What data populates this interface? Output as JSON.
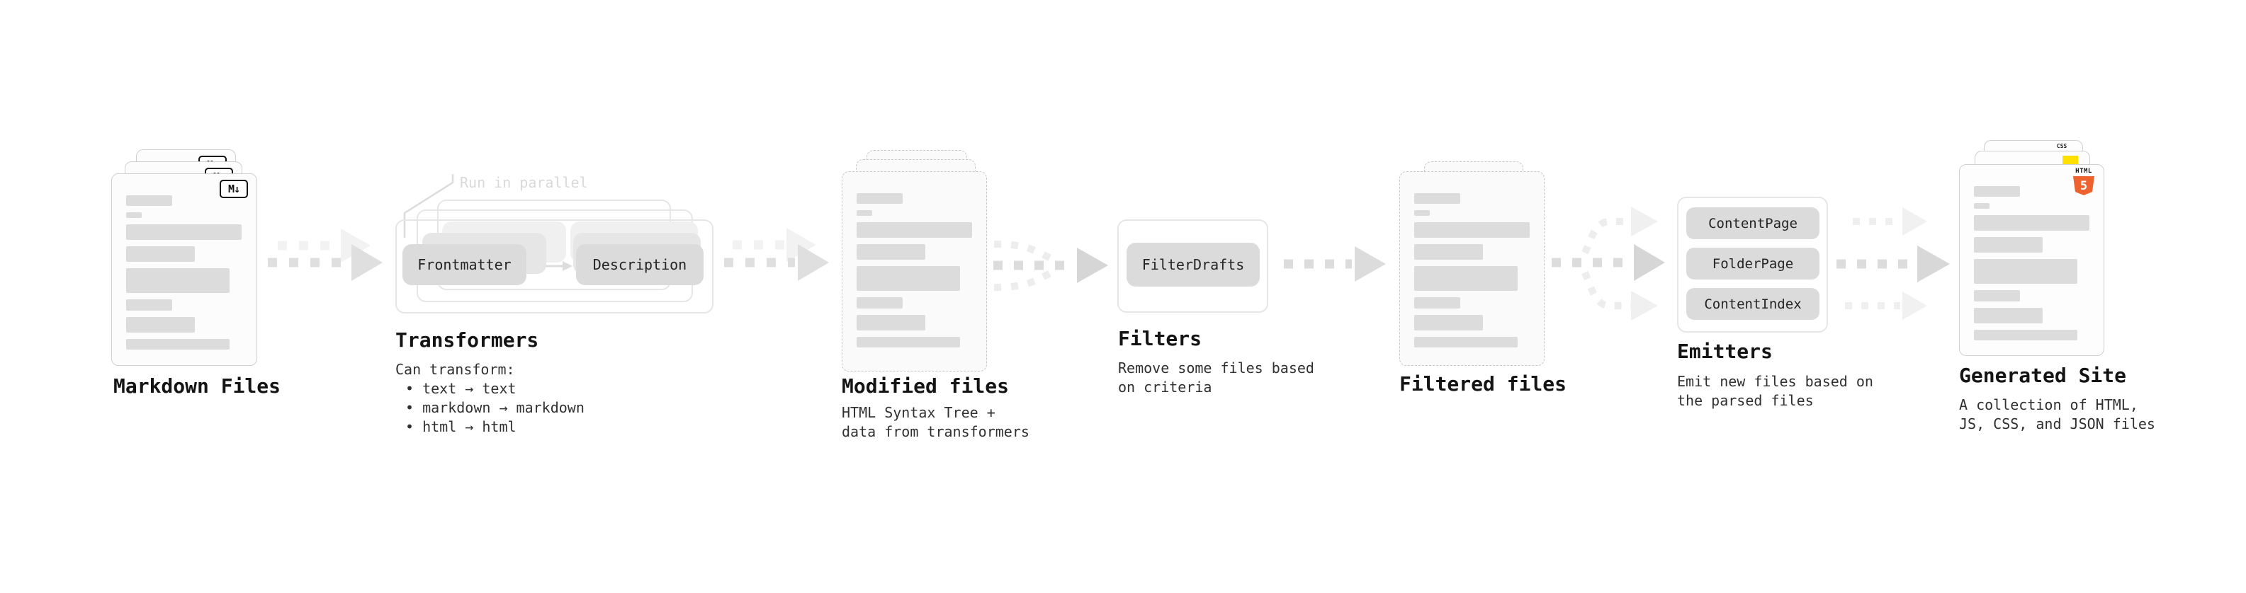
{
  "stages": {
    "markdown": {
      "label": "Markdown Files"
    },
    "transformers": {
      "label": "Transformers",
      "annotation": "Run in parallel",
      "node1": "Frontmatter",
      "node2": "Description",
      "desc1": "Can transform:",
      "bullet1": "• text → text",
      "bullet2": "• markdown → markdown",
      "bullet3": "• html → html"
    },
    "modified": {
      "label": "Modified files",
      "desc1": "HTML Syntax Tree +",
      "desc2": "data from transformers"
    },
    "filters": {
      "label": "Filters",
      "node1": "FilterDrafts",
      "desc1": "Remove some files based",
      "desc2": "on criteria"
    },
    "filtered": {
      "label": "Filtered files"
    },
    "emitters": {
      "label": "Emitters",
      "node1": "ContentPage",
      "node2": "FolderPage",
      "node3": "ContentIndex",
      "desc1": "Emit new files based on",
      "desc2": "the parsed files"
    },
    "generated": {
      "label": "Generated Site",
      "desc1": "A collection of HTML,",
      "desc2": "JS, CSS, and JSON files"
    }
  },
  "icons": {
    "markdown_badge": "M↓",
    "html_label": "HTML",
    "html_number": "5",
    "css_label": "CSS"
  },
  "colors": {
    "arrow_dark": "#dfdfdf",
    "arrow_light": "#f2f2f2",
    "outline_gray": "#e6e6e6",
    "pill_gray": "#dbdbdb",
    "html5_orange": "#ee6230",
    "js_yellow": "#ffe000",
    "css_blue": "#2f6bf0"
  }
}
